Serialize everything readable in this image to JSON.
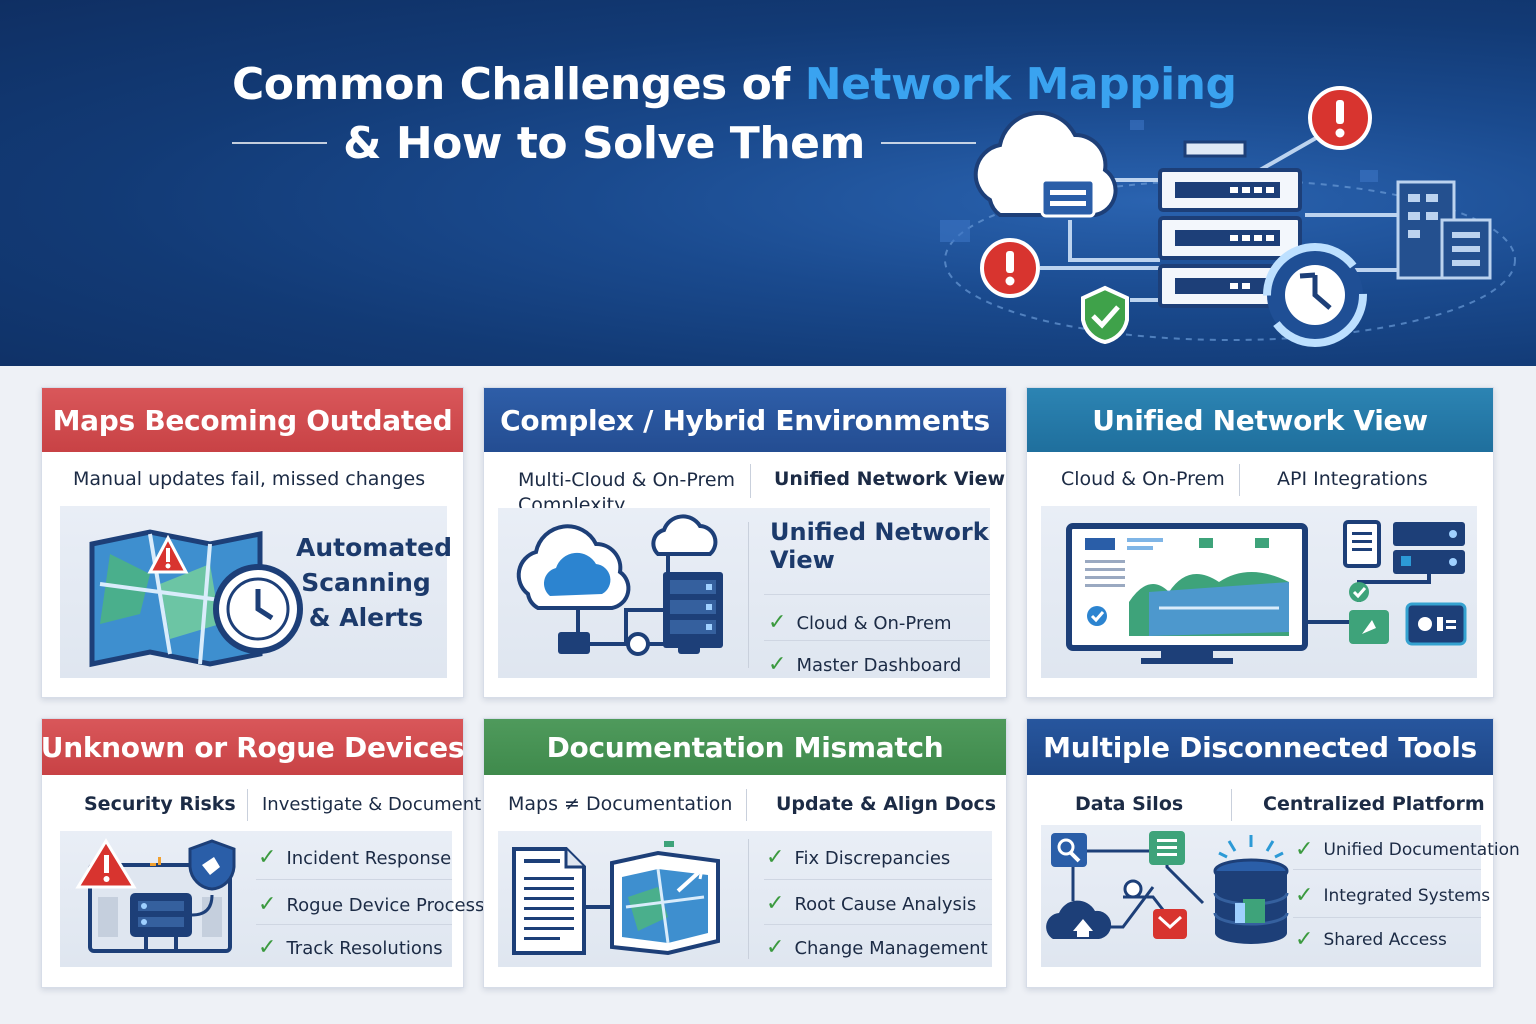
{
  "hero": {
    "title_part1": "Common Challenges of ",
    "title_highlight": "Network Mapping",
    "subtitle": "& How to Solve Them"
  },
  "cards": [
    {
      "title": "Maps Becoming Outdated",
      "subtitle": "Manual updates fail, missed changes",
      "solution_line1": "Automated",
      "solution_line2": "Scanning",
      "solution_line3": "& Alerts"
    },
    {
      "title": "Complex / Hybrid Environments",
      "left_sub_line1": "Multi-Cloud & On-Prem",
      "left_sub_line2": "Complexity",
      "right_sub": "Unified Network View",
      "panel_title_line1": "Unified Network",
      "panel_title_line2": "View",
      "checks": [
        "Cloud & On-Prem",
        "Master Dashboard"
      ]
    },
    {
      "title": "Unified Network View",
      "left_sub": "Cloud & On-Prem",
      "right_sub": "API Integrations"
    },
    {
      "title": "Unknown or Rogue Devices",
      "left_sub": "Security Risks",
      "right_sub": "Investigate & Document",
      "checks": [
        "Incident Response",
        "Rogue Device Process",
        "Track Resolutions"
      ]
    },
    {
      "title": "Documentation Mismatch",
      "left_sub": "Maps ≠ Documentation",
      "right_sub": "Update & Align Docs",
      "checks": [
        "Fix Discrepancies",
        "Root Cause Analysis",
        "Change Management"
      ]
    },
    {
      "title": "Multiple Disconnected Tools",
      "left_sub": "Data Silos",
      "right_sub": "Centralized Platform",
      "checks": [
        "Unified Documentation",
        "Integrated Systems",
        "Shared Access"
      ]
    }
  ],
  "colors": {
    "red_header": "#d04b4e",
    "blue_header": "#28559c",
    "teal_header": "#2679a8",
    "green_header": "#479254",
    "navy_header": "#224e93",
    "highlight": "#3aa3f0",
    "check": "#3b9a3f"
  },
  "icons": [
    "cloud-icon",
    "server-icon",
    "alert-icon",
    "check-badge-icon",
    "sync-clock-icon",
    "map-icon",
    "clock-icon",
    "monitor-icon",
    "shield-icon",
    "document-icon",
    "database-icon",
    "search-icon",
    "mail-icon"
  ]
}
